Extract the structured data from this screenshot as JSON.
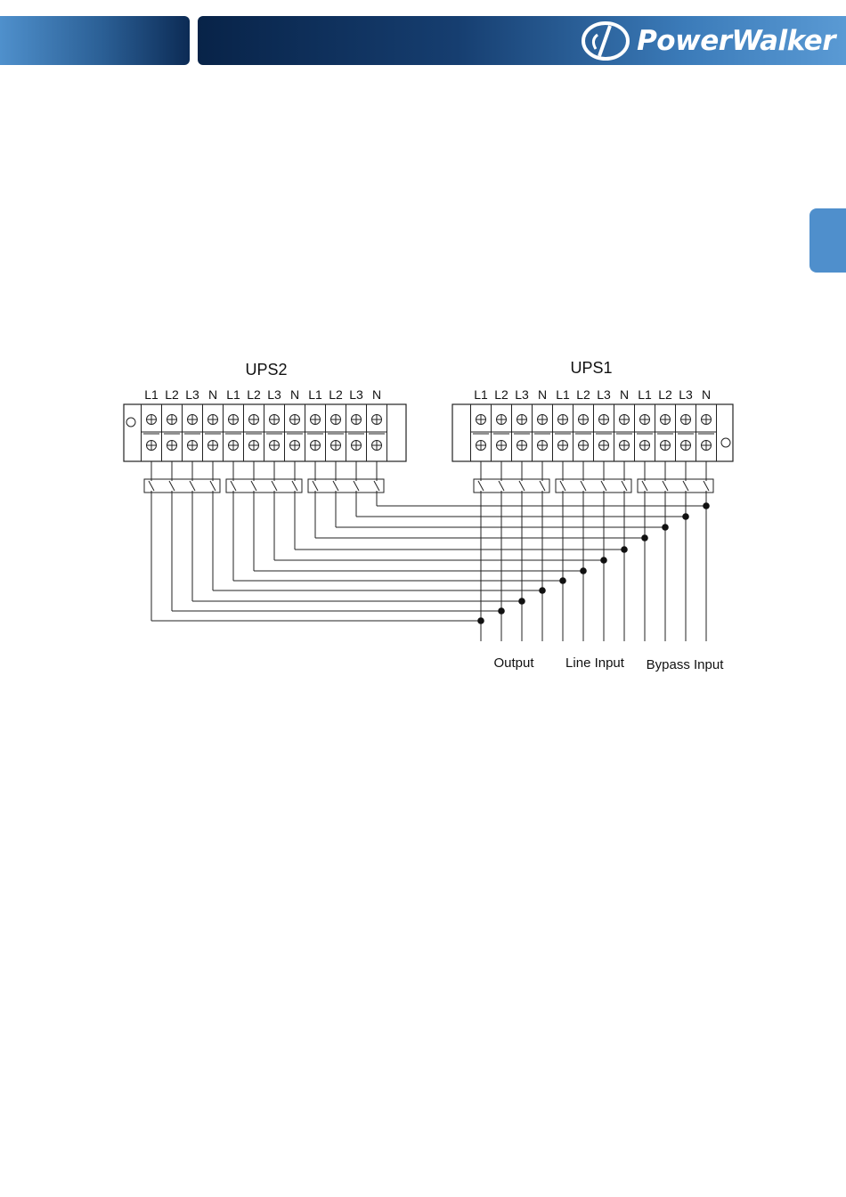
{
  "header": {
    "brand": "PowerWalker"
  },
  "diagram": {
    "ups2_title": "UPS2",
    "ups1_title": "UPS1",
    "terminal_labels": [
      "L1",
      "L2",
      "L3",
      "N"
    ],
    "legend": {
      "output": "Output",
      "line_input": "Line Input",
      "bypass_input": "Bypass Input"
    }
  }
}
